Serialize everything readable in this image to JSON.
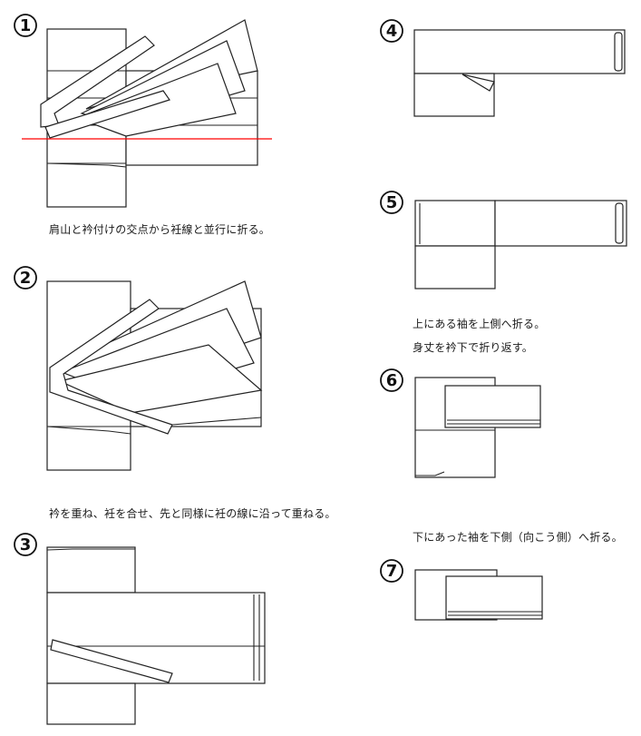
{
  "steps": [
    {
      "number": "1",
      "caption": "肩山と衿付けの交点から衽線と並行に折る。"
    },
    {
      "number": "2",
      "caption": "衿を重ね、衽を合せ、先と同様に衽の線に沿って重ねる。"
    },
    {
      "number": "3",
      "caption": ""
    },
    {
      "number": "4",
      "caption": ""
    },
    {
      "number": "5",
      "caption_line1": "上にある袖を上側へ折る。",
      "caption_line2": "身丈を衿下で折り返す。"
    },
    {
      "number": "6",
      "caption": "下にあった袖を下側（向こう側）へ折る。"
    },
    {
      "number": "7",
      "caption": ""
    }
  ],
  "colors": {
    "line": "#222222",
    "red_guide": "#ff0000",
    "background": "#ffffff"
  }
}
